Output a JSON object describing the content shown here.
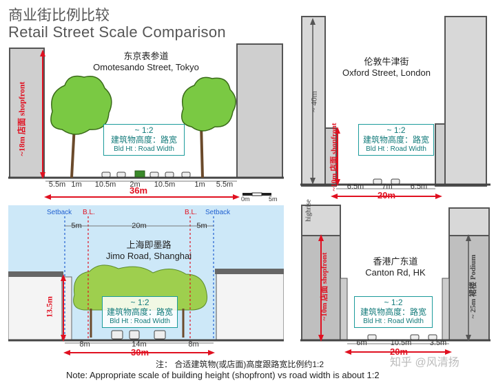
{
  "title": {
    "cn": "商业街比例比较",
    "en": "Retail Street Scale Comparison"
  },
  "ratio": {
    "value": "~ 1:2",
    "cn": "建筑物高度：路宽",
    "en": "Bld Ht : Road Width"
  },
  "tokyo": {
    "name_cn": "东京表参道",
    "name_en": "Omotesando Street, Tokyo",
    "height_label": "~18m 店面 shopfront",
    "segments": [
      "5.5m",
      "1m",
      "10.5m",
      "2m",
      "10.5m",
      "1m",
      "5.5m"
    ],
    "total": "36m",
    "scale_start": "0m",
    "scale_end": "5m"
  },
  "london": {
    "name_cn": "伦敦牛津街",
    "name_en": "Oxford Street, London",
    "height_label": "~10m 店面 shopfront",
    "tower_label": "~ 40m",
    "segments": [
      "6.5m",
      "7m",
      "6.5m"
    ],
    "total": "20m"
  },
  "shanghai": {
    "name_cn": "上海即墨路",
    "name_en": "Jimo Road, Shanghai",
    "setback": "Setback",
    "bl": "B.L.",
    "top_segments": [
      "5m",
      "20m",
      "5m"
    ],
    "height_label": "13.5m",
    "segments": [
      "8m",
      "14m",
      "8m"
    ],
    "total": "30m"
  },
  "hk": {
    "name_cn": "香港广东道",
    "name_en": "Canton Rd, HK",
    "highrise": "highrise",
    "height_label": "~10m 店面 shopfront",
    "podium_label": "~ 25m 裙楼 Podium",
    "segments": [
      "6m",
      "10.5m",
      "3.5m"
    ],
    "total": "20m"
  },
  "note": {
    "cn": "注：   合适建筑物(或店面)高度跟路宽比例约1:2",
    "en": "Note: Appropriate scale of building height (shopfront) vs road width is about 1:2"
  },
  "watermark": "知乎 @风清扬",
  "colors": {
    "red": "#e01020",
    "teal": "#1a9a9a",
    "blue": "#2060d0",
    "sky": "#cde8f8"
  }
}
